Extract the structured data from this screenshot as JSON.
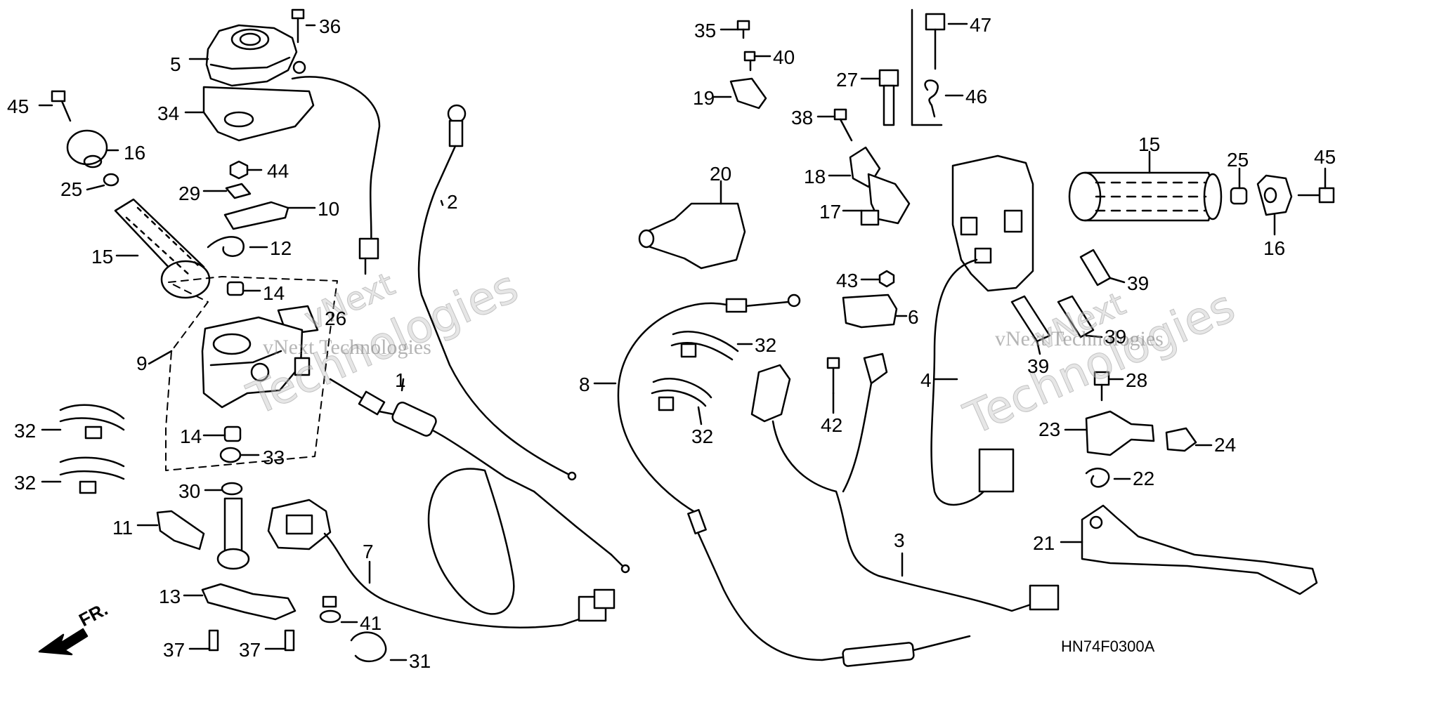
{
  "diagram_code": "HN74F0300A",
  "direction_label": "FR.",
  "watermark": {
    "brand": "vNext",
    "text": "vNext Technologies"
  },
  "callouts": [
    "36",
    "5",
    "34",
    "45",
    "16",
    "25",
    "15",
    "44",
    "29",
    "10",
    "12",
    "14",
    "26",
    "9",
    "32",
    "32",
    "14",
    "33",
    "30",
    "11",
    "13",
    "37",
    "37",
    "41",
    "31",
    "7",
    "1",
    "2",
    "35",
    "40",
    "19",
    "27",
    "47",
    "46",
    "38",
    "18",
    "17",
    "20",
    "43",
    "6",
    "42",
    "32",
    "32",
    "8",
    "3",
    "4",
    "15",
    "25",
    "45",
    "16",
    "39",
    "39",
    "39",
    "28",
    "23",
    "24",
    "22",
    "21"
  ]
}
